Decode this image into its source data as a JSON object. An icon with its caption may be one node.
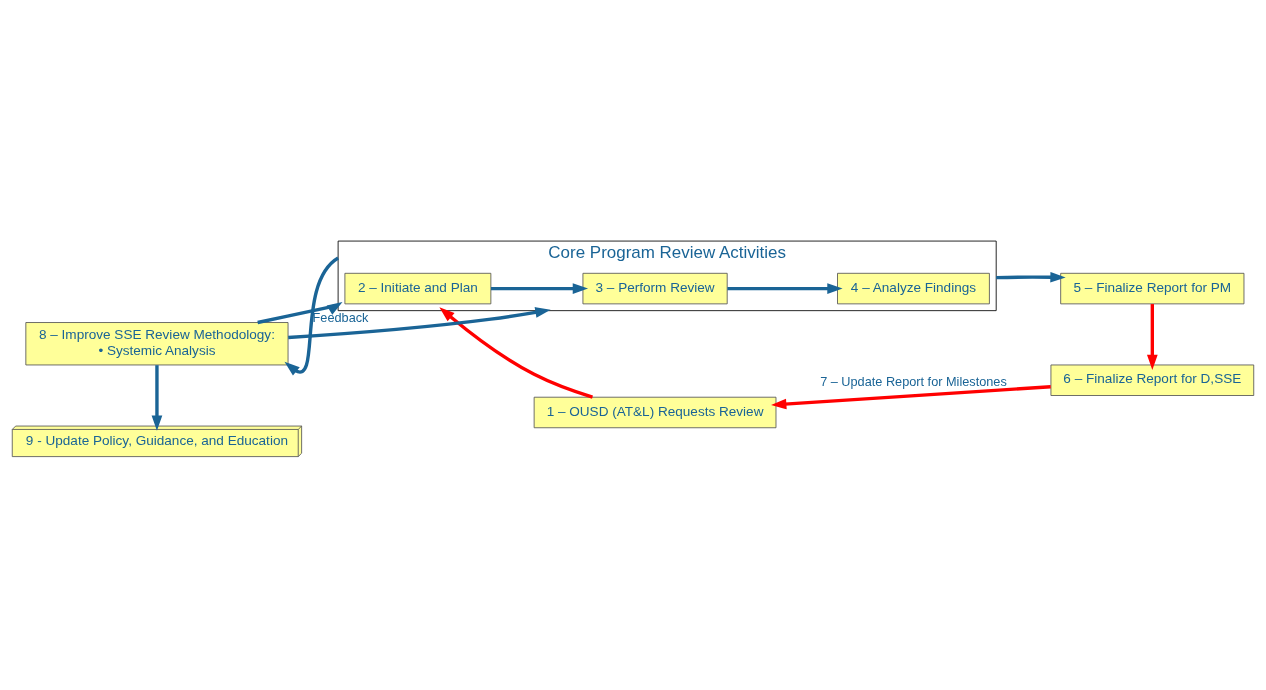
{
  "diagram": {
    "nodes": [
      {
        "text": [
          "1 – OUSD (AT&L) Requests Review"
        ]
      },
      {
        "text": [
          "Core Program Review Activities"
        ]
      },
      {
        "text": [
          "2 – Initiate and Plan"
        ],
        "in": 1
      },
      {
        "text": [
          "3 – Perform Review"
        ],
        "in": 1
      },
      {
        "text": [
          "4 – Analyze Findings"
        ],
        "in": 1
      },
      {
        "text": [
          "5 – Finalize Report for PM"
        ]
      },
      {
        "text": [
          "6 – Finalize Report for D,SSE"
        ]
      },
      {
        "text": [
          "8 – Improve SSE Review Methodology:",
          "• Systemic Analysis"
        ]
      },
      {
        "text": [
          "9 - Update Policy, Guidance, and Education"
        ]
      }
    ],
    "edges": [
      {
        "from": 0,
        "to": 1,
        "arrow": "to",
        "color": "#ff0000"
      },
      {
        "from": 2,
        "to": 3,
        "arrow": "to"
      },
      {
        "from": 3,
        "to": 4,
        "arrow": "to"
      },
      {
        "from": 1,
        "to": 5,
        "arrow": "to"
      },
      {
        "from": 5,
        "to": 6,
        "arrow": "to",
        "color": "#ff0000"
      },
      {
        "from": 6,
        "to": 0,
        "arrow": "to",
        "label": "7 – Update Report for Milestones",
        "color": "#ff0000"
      },
      {
        "from": 1,
        "to": 7,
        "arrow": "to",
        "label": "Feedback"
      },
      {
        "from": 7,
        "to": 1,
        "arrow": "to"
      },
      {
        "from": 7,
        "to": 1,
        "arrow": "to"
      },
      {
        "from": 7,
        "to": 8,
        "arrow": "to"
      }
    ]
  }
}
